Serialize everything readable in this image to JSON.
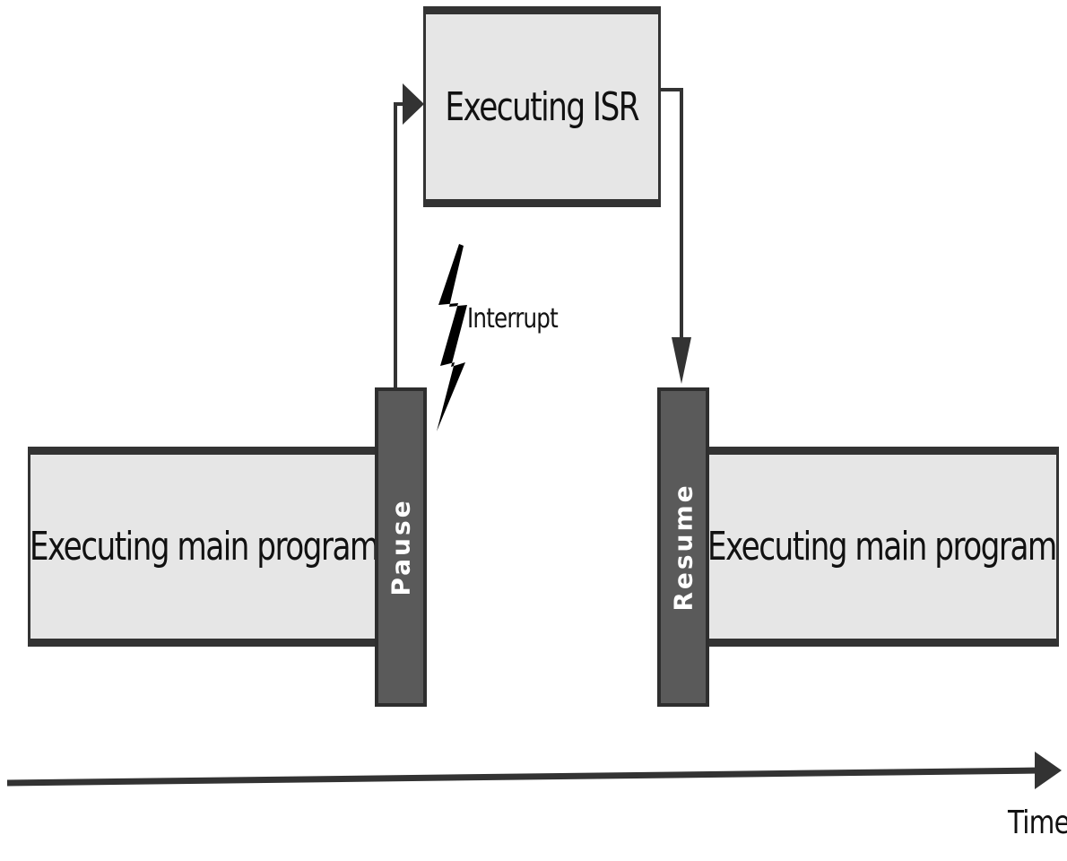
{
  "diagram": {
    "main_program_before": "Executing main program",
    "isr": "Executing ISR",
    "main_program_after": "Executing main program",
    "pause": "Pause",
    "resume": "Resume",
    "interrupt": "Interrupt",
    "time_axis": "Time"
  },
  "colors": {
    "box_fill": "#e6e6e6",
    "border": "#333333",
    "bar_fill": "#5a5a5a",
    "arrow": "#333333"
  },
  "icons": {
    "interrupt": "lightning-bolt-icon"
  }
}
